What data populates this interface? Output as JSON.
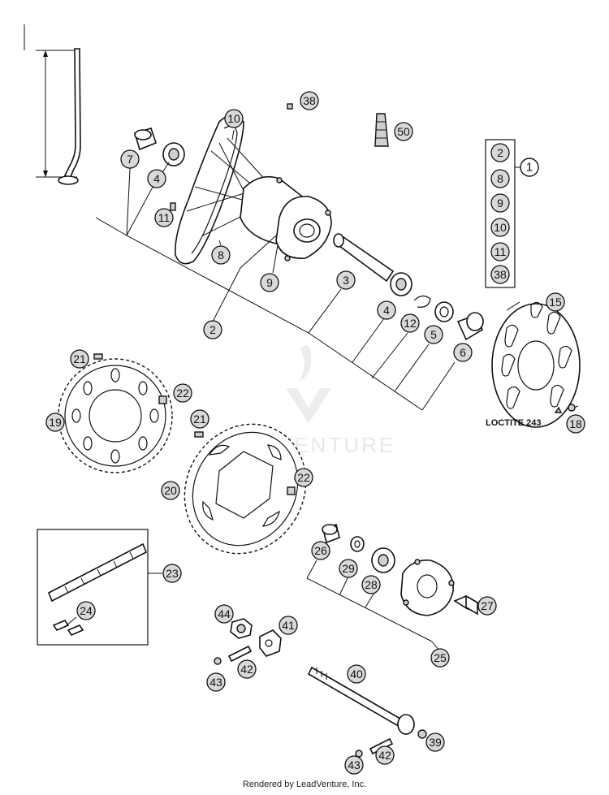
{
  "diagram": {
    "callouts": [
      "38",
      "10",
      "50",
      "7",
      "4",
      "11",
      "8",
      "9",
      "2",
      "3",
      "4",
      "12",
      "5",
      "6",
      "15",
      "21",
      "22",
      "19",
      "21",
      "22",
      "20",
      "18",
      "26",
      "29",
      "28",
      "27",
      "25",
      "23",
      "24",
      "44",
      "41",
      "42",
      "43",
      "40",
      "39",
      "42",
      "43"
    ],
    "kit": {
      "label": "1",
      "items": [
        "2",
        "8",
        "9",
        "10",
        "11",
        "38"
      ]
    },
    "loctite_note": "LOCTITE 243"
  },
  "watermark": "VENTURE",
  "footer": "Rendered by LeadVenture, Inc."
}
